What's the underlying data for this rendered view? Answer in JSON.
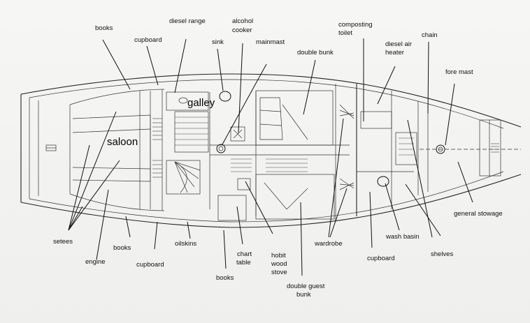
{
  "labels": {
    "books_top": "books",
    "cupboard_top": "cupboard",
    "diesel_range": "diesel range",
    "sink": "sink",
    "alcohol_cooker_1": "alcohol",
    "alcohol_cooker_2": "cooker",
    "mainmast": "mainmast",
    "double_bunk": "double bunk",
    "composting_toilet_1": "composting",
    "composting_toilet_2": "toilet",
    "diesel_air_heater_1": "diesel air",
    "diesel_air_heater_2": "heater",
    "chain": "chain",
    "fore_mast": "fore mast",
    "galley": "galley",
    "saloon": "saloon",
    "general_stowage": "general stowage",
    "wash_basin": "wash basin",
    "shelves": "shelves",
    "cupboard_right": "cupboard",
    "wardrobe": "wardrobe",
    "double_guest_bunk_1": "double guest",
    "double_guest_bunk_2": "bunk",
    "hobit_wood_stove_1": "hobit",
    "hobit_wood_stove_2": "wood",
    "hobit_wood_stove_3": "stove",
    "chart_table_1": "chart",
    "chart_table_2": "table",
    "books_bottom_mid": "books",
    "oilskins": "oilskins",
    "cupboard_bottom": "cupboard",
    "books_bottom_left": "books",
    "engine": "engine",
    "setees": "setees"
  },
  "colors": {
    "ink": "#111111",
    "paper": "#f4f4f2"
  }
}
